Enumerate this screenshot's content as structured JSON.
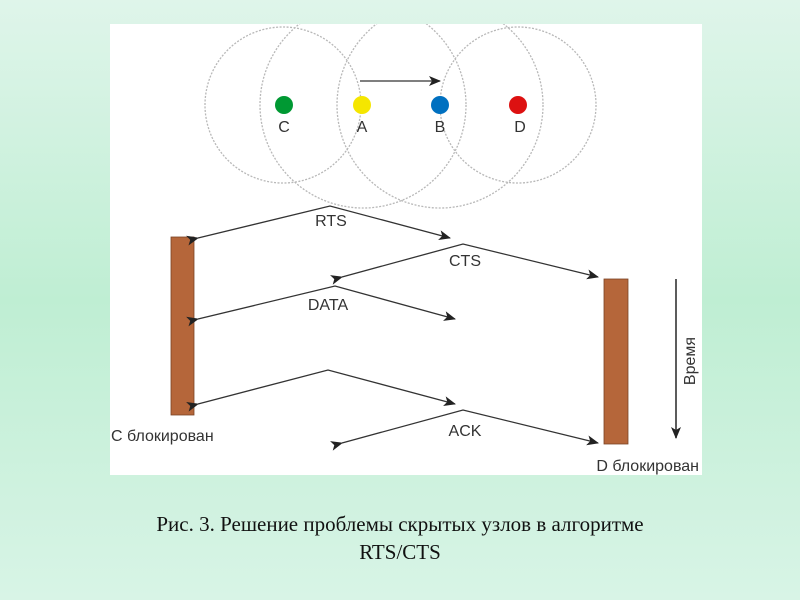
{
  "diagram": {
    "nodes": [
      {
        "label": "C",
        "color": "#009933"
      },
      {
        "label": "A",
        "color": "#f5e600"
      },
      {
        "label": "B",
        "color": "#0070c0"
      },
      {
        "label": "D",
        "color": "#dd1111"
      }
    ],
    "messages": {
      "rts": "RTS",
      "cts": "CTS",
      "data": "DATA",
      "ack": "ACK"
    },
    "blocked_c": "С блокирован",
    "blocked_d": "D блокирован",
    "time_label": "Время",
    "blocked_bar_color": "#b5663a"
  },
  "caption": {
    "line1": "Рис. 3. Решение проблемы скрытых узлов в алгоритме",
    "line2": "RTS/CTS"
  }
}
